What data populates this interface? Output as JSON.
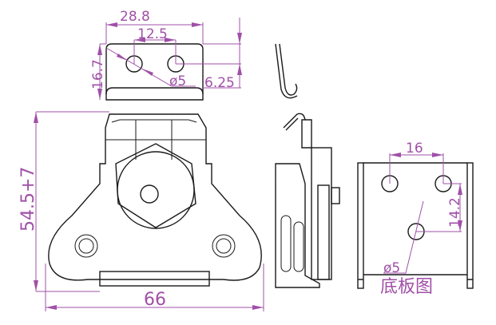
{
  "top_view": {
    "width": "28.8",
    "hole_spacing": "12.5",
    "height": "16.7",
    "hole_diameter": "ø5",
    "hole_offset": "6.25"
  },
  "front_view": {
    "height": "54.5+7",
    "width": "66"
  },
  "base_plate": {
    "hole_spacing": "16",
    "hole_offset": "14.2",
    "hole_diameter": "ø5",
    "title": "底板图"
  },
  "colors": {
    "dimension": "#a050a8",
    "outline": "#1a1a1a"
  }
}
